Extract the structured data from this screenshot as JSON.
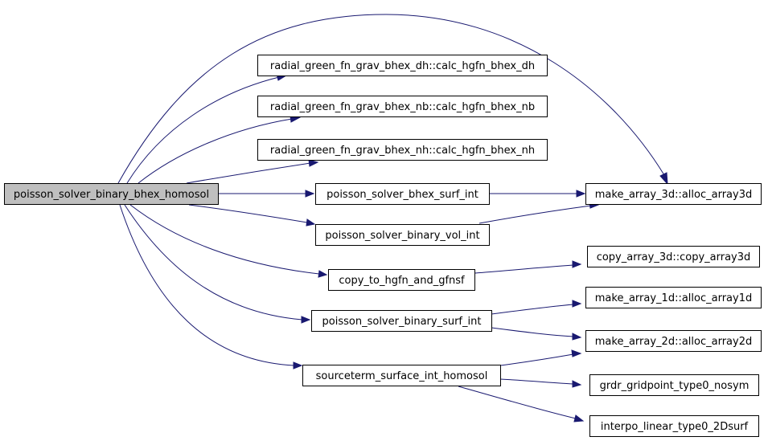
{
  "nodes": {
    "root": "poisson_solver_binary_bhex_homosol",
    "dh": "radial_green_fn_grav_bhex_dh::calc_hgfn_bhex_dh",
    "nb": "radial_green_fn_grav_bhex_nb::calc_hgfn_bhex_nb",
    "nh": "radial_green_fn_grav_bhex_nh::calc_hgfn_bhex_nh",
    "surf_int": "poisson_solver_bhex_surf_int",
    "vol_int": "poisson_solver_binary_vol_int",
    "copy_to": "copy_to_hgfn_and_gfnsf",
    "bin_surf": "poisson_solver_binary_surf_int",
    "source": "sourceterm_surface_int_homosol",
    "alloc3d": "make_array_3d::alloc_array3d",
    "copy3d": "copy_array_3d::copy_array3d",
    "alloc1d": "make_array_1d::alloc_array1d",
    "alloc2d": "make_array_2d::alloc_array2d",
    "grdr": "grdr_gridpoint_type0_nosym",
    "interpo": "interpo_linear_type0_2Dsurf"
  },
  "colors": {
    "edge": "#191970",
    "root_fill": "#bfbfbf",
    "node_fill": "#ffffff",
    "node_border": "#000000"
  }
}
